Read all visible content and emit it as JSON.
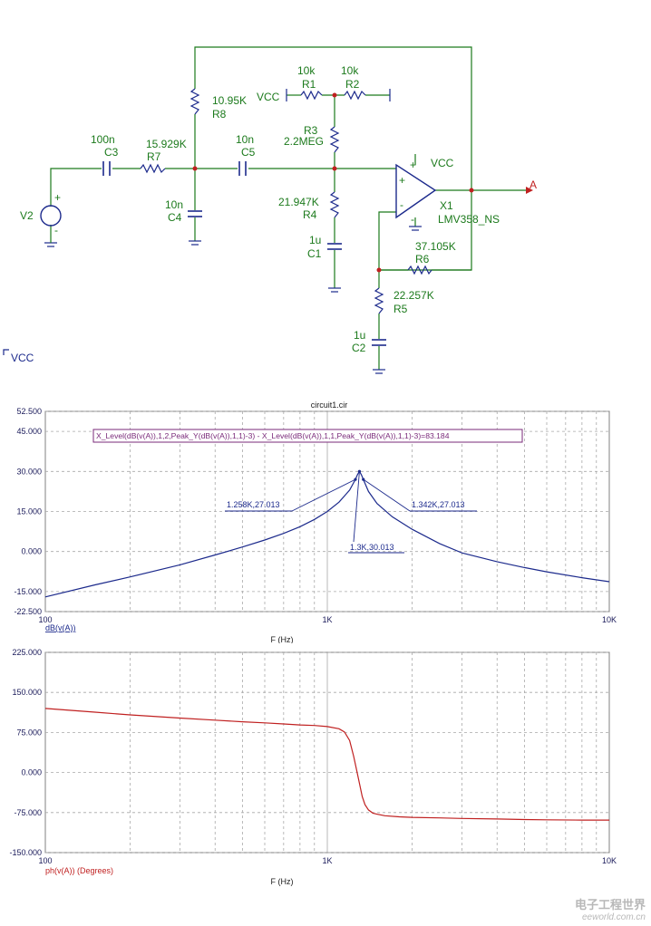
{
  "schematic": {
    "labels": {
      "vcc_top": "VCC",
      "r1_val": "10k",
      "r1": "R1",
      "r2_val": "10k",
      "r2": "R2",
      "r8_val": "10.95K",
      "r8": "R8",
      "r3": "R3",
      "r3_val": "2.2MEG",
      "c3_val": "100n",
      "c3": "C3",
      "r7_val": "15.929K",
      "r7": "R7",
      "c5_val": "10n",
      "c5": "C5",
      "vcc_opamp": "VCC",
      "x1": "X1",
      "x1_model": "LMV358_NS",
      "out_node": "A",
      "v2": "V2",
      "c4_val": "10n",
      "c4": "C4",
      "r4_val": "21.947K",
      "r4": "R4",
      "c1_val": "1u",
      "c1": "C1",
      "r6_val": "37.105K",
      "r6": "R6",
      "r5_val": "22.257K",
      "r5": "R5",
      "c2_val": "1u",
      "c2": "C2",
      "vcc_bottom": "VCC",
      "plus": "+",
      "minus": "-"
    }
  },
  "watermark": {
    "line1": "电子工程世界",
    "line2": "eeworld.com.cn"
  },
  "chart_data": [
    {
      "type": "line",
      "title": "circuit1.cir",
      "xlabel": "F (Hz)",
      "ylabel": "dB(v(A))",
      "xscale": "log",
      "xlim": [
        100,
        10000
      ],
      "ylim": [
        -22.5,
        52.5
      ],
      "xticks": [
        100,
        1000,
        10000
      ],
      "xtick_labels": [
        "100",
        "1K",
        "10K"
      ],
      "yticks": [
        52.5,
        45,
        30,
        15,
        0,
        -15,
        -22.5
      ],
      "ytick_labels": [
        "52.500",
        "45.000",
        "30.000",
        "15.000",
        "0.000",
        "-15.000",
        "-22.500"
      ],
      "grid": true,
      "series": [
        {
          "color": "#1c2a8c",
          "x": [
            100,
            150,
            200,
            300,
            400,
            500,
            600,
            700,
            800,
            900,
            1000,
            1100,
            1200,
            1258,
            1280,
            1300,
            1320,
            1342,
            1400,
            1500,
            1700,
            2000,
            2500,
            3000,
            4000,
            5000,
            6000,
            8000,
            10000
          ],
          "y": [
            -17,
            -12.5,
            -9.5,
            -5,
            -1.3,
            1.7,
            4.3,
            6.8,
            9.3,
            12,
            15,
            18.5,
            23,
            27.013,
            28.8,
            30.013,
            28.8,
            27.013,
            22.5,
            18,
            13,
            8.3,
            3,
            -0.5,
            -3.8,
            -6,
            -7.6,
            -9.8,
            -11.3
          ]
        }
      ],
      "annotations": [
        {
          "text": "X_Level(dB(v(A)),1,2,Peak_Y(dB(v(A)),1,1)-3) - X_Level(dB(v(A)),1,1,Peak_Y(dB(v(A)),1,1)-3)=83.184"
        },
        {
          "text": "1.258K,27.013",
          "x": 1258,
          "y": 27.013
        },
        {
          "text": "1.342K,27.013",
          "x": 1342,
          "y": 27.013
        },
        {
          "text": "1.3K,30.013",
          "x": 1300,
          "y": 30.013
        }
      ]
    },
    {
      "type": "line",
      "xlabel": "F (Hz)",
      "ylabel": "ph(v(A)) (Degrees)",
      "xscale": "log",
      "xlim": [
        100,
        10000
      ],
      "ylim": [
        -150,
        225
      ],
      "xticks": [
        100,
        1000,
        10000
      ],
      "xtick_labels": [
        "100",
        "1K",
        "10K"
      ],
      "yticks": [
        225,
        150,
        75,
        0,
        -75,
        -150
      ],
      "ytick_labels": [
        "225.000",
        "150.000",
        "75.000",
        "0.000",
        "-75.000",
        "-150.000"
      ],
      "grid": true,
      "series": [
        {
          "color": "#c02020",
          "x": [
            100,
            150,
            200,
            300,
            400,
            500,
            600,
            700,
            800,
            900,
            1000,
            1100,
            1150,
            1200,
            1240,
            1270,
            1300,
            1330,
            1360,
            1400,
            1450,
            1500,
            1600,
            1800,
            2000,
            2500,
            3000,
            4000,
            5000,
            6000,
            8000,
            10000
          ],
          "y": [
            120,
            113,
            108,
            102,
            98,
            95,
            93,
            91,
            89,
            88,
            86,
            82,
            76,
            60,
            30,
            5,
            -20,
            -45,
            -60,
            -70,
            -76,
            -78,
            -81,
            -83,
            -84,
            -85,
            -86,
            -87,
            -88,
            -88.5,
            -89,
            -89
          ]
        }
      ]
    }
  ]
}
